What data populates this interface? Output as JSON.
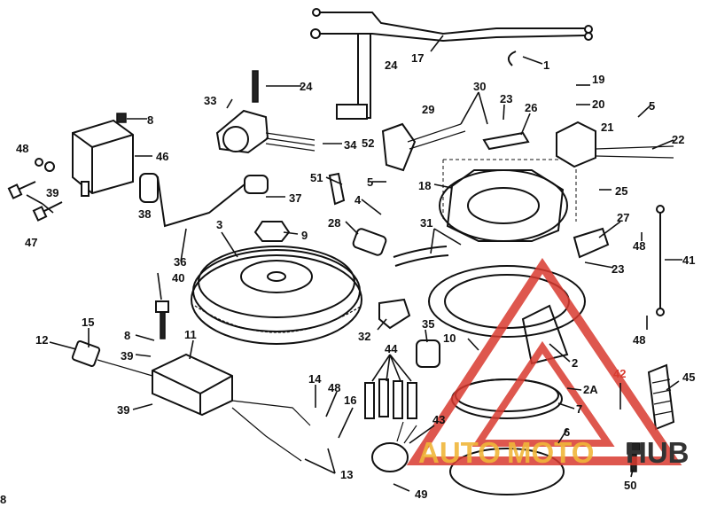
{
  "diagram": {
    "callouts": {
      "c1": "1",
      "c2": "2",
      "c2a": "2A",
      "c3": "3",
      "c4": "4",
      "c5a": "5",
      "c5b": "5",
      "c6": "6",
      "c7": "7",
      "c8a": "8",
      "c8b": "8",
      "c9": "9",
      "c10": "10",
      "c11": "11",
      "c12": "12",
      "c13": "13",
      "c14": "14",
      "c15": "15",
      "c16": "16",
      "c17": "17",
      "c18": "18",
      "c19": "19",
      "c20": "20",
      "c21": "21",
      "c22": "22",
      "c23a": "23",
      "c23b": "23",
      "c24a": "24",
      "c24b": "24",
      "c25": "25",
      "c26": "26",
      "c27": "27",
      "c28": "28",
      "c29": "29",
      "c30": "30",
      "c31": "31",
      "c32": "32",
      "c33": "33",
      "c34": "34",
      "c35": "35",
      "c36": "36",
      "c37": "37",
      "c38": "38",
      "c39a": "39",
      "c39b": "39",
      "c39c": "39",
      "c40": "40",
      "c41": "41",
      "c42": "42",
      "c43": "43",
      "c44": "44",
      "c45": "45",
      "c46": "46",
      "c47": "47",
      "c48a": "48",
      "c48b": "48",
      "c48c": "48",
      "c48d": "48",
      "c49": "49",
      "c50": "50",
      "c51": "51",
      "c52": "52",
      "corner": "8"
    },
    "watermark": {
      "text_auto": "AUTO",
      "text_moto": "MOTO",
      "text_hub": "HUB",
      "color_red": "#d83a2f",
      "color_yellow": "#f0b63a",
      "color_dark": "#333333"
    }
  }
}
